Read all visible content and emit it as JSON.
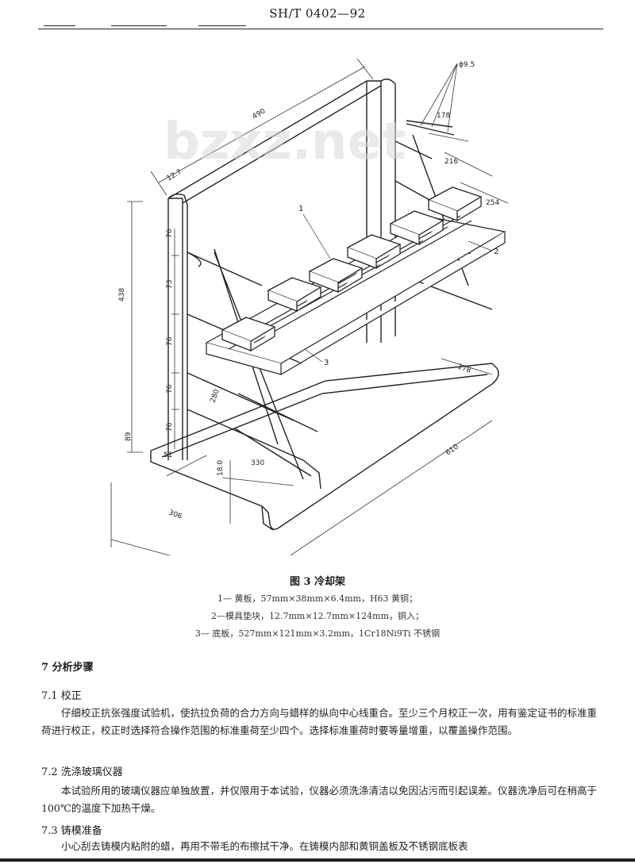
{
  "header": {
    "standard": "SH/T 0402—92"
  },
  "figure": {
    "watermark": "bzxz.net",
    "dims": {
      "d95": "ϕ9.5",
      "w490": "490",
      "w127": "12.7",
      "w178a": "178",
      "w216": "216",
      "w254": "254",
      "h438": "438",
      "s76a": "76",
      "s73": "73",
      "s76b": "76",
      "s76c": "76",
      "s76d": "76",
      "h89": "89",
      "d51": "51",
      "d330": "330",
      "d280": "280",
      "h18": "18.0",
      "w306": "306",
      "w610": "610",
      "w178b": "178"
    },
    "callouts": {
      "c1": "1",
      "c2": "2",
      "c3": "3"
    }
  },
  "caption": {
    "title": "图 3   冷却架",
    "items": [
      "1— 黄板，57mm×38mm×6.4mm，H63 黄铜；",
      "2—模具垫块，12.7mm×12.7mm×124mm，铜入；",
      "3— 底板，527mm×121mm×3.2mm，1Cr18Ni9Ti 不锈钢"
    ]
  },
  "body": {
    "section_title": "7   分析步骤",
    "s71_title": "7.1   校正",
    "s71_text": "仔细校正抗张强度试验机，使抗拉负荷的合力方向与蜡样的纵向中心线重合。至少三个月校正一次，用有鉴定证书的标准重荷进行校正，校正时选择符合操作范围的标准重荷至少四个。选择标准重荷时要等量增重，以覆盖操作范围。",
    "s72_title": "7.2   洗涤玻璃仪器",
    "s72_text": "本试验所用的玻璃仪器应单独放置，并仅限用于本试验，仪器必须洗涤清洁以免因沾污而引起误差。仪器洗净后可在稍高于 100℃的温度下加热干燥。",
    "s73_title": "7.3   铸模准备",
    "s73_text": "小心刮去铸模内粘附的蜡，再用不带毛的布擦拭干净。在铸模内部和黄铜盖板及不锈钢底板表"
  }
}
